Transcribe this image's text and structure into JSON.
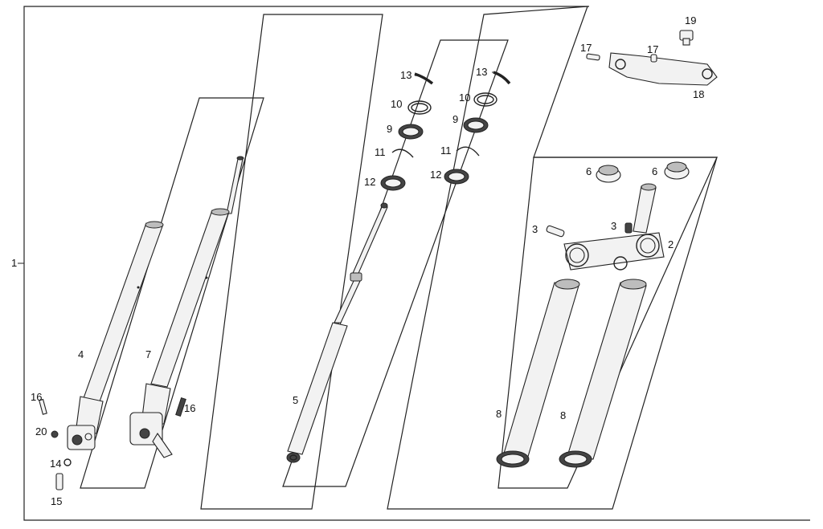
{
  "diagram": {
    "callouts": [
      {
        "id": "c1",
        "text": "1"
      },
      {
        "id": "c4",
        "text": "4"
      },
      {
        "id": "c7",
        "text": "7"
      },
      {
        "id": "c16a",
        "text": "16"
      },
      {
        "id": "c16b",
        "text": "16"
      },
      {
        "id": "c20",
        "text": "20"
      },
      {
        "id": "c14",
        "text": "14"
      },
      {
        "id": "c15",
        "text": "15"
      },
      {
        "id": "c5",
        "text": "5"
      },
      {
        "id": "c13a",
        "text": "13"
      },
      {
        "id": "c13b",
        "text": "13"
      },
      {
        "id": "c10a",
        "text": "10"
      },
      {
        "id": "c10b",
        "text": "10"
      },
      {
        "id": "c9a",
        "text": "9"
      },
      {
        "id": "c9b",
        "text": "9"
      },
      {
        "id": "c11a",
        "text": "11"
      },
      {
        "id": "c11b",
        "text": "11"
      },
      {
        "id": "c12a",
        "text": "12"
      },
      {
        "id": "c12b",
        "text": "12"
      },
      {
        "id": "c17a",
        "text": "17"
      },
      {
        "id": "c17b",
        "text": "17"
      },
      {
        "id": "c19",
        "text": "19"
      },
      {
        "id": "c18",
        "text": "18"
      },
      {
        "id": "c6a",
        "text": "6"
      },
      {
        "id": "c6b",
        "text": "6"
      },
      {
        "id": "c3a",
        "text": "3"
      },
      {
        "id": "c3b",
        "text": "3"
      },
      {
        "id": "c2",
        "text": "2"
      },
      {
        "id": "c8a",
        "text": "8"
      },
      {
        "id": "c8b",
        "text": "8"
      }
    ]
  }
}
